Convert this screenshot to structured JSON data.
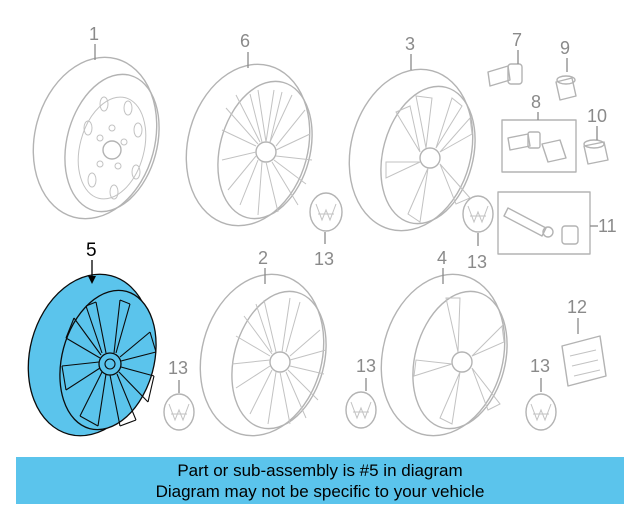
{
  "diagram": {
    "highlight_color": "#5bc4ec",
    "selected_part": "5",
    "callouts": {
      "n1": "1",
      "n2": "2",
      "n3": "3",
      "n4": "4",
      "n5": "5",
      "n6": "6",
      "n7": "7",
      "n8": "8",
      "n9": "9",
      "n10": "10",
      "n11": "11",
      "n12": "12",
      "n13a": "13",
      "n13b": "13",
      "n13c": "13",
      "n13d": "13",
      "n13e": "13"
    }
  },
  "banner": {
    "line1": "Part or sub-assembly is #5 in diagram",
    "line2": "Diagram may not be specific to your vehicle"
  }
}
